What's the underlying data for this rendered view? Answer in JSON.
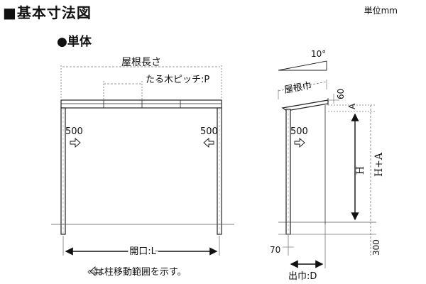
{
  "title": "■基本寸法図",
  "unit_label": "単位mm",
  "subtitle": "●単体",
  "labels": {
    "roof_length": "屋根長さ",
    "rafter_pitch": "たる木ピッチ:P",
    "opening": "開口:L",
    "move_range_left": "500",
    "move_range_right": "500",
    "move_range_side": "500",
    "note": "⇦は柱移動範囲を示す。",
    "angle": "10°",
    "roof_width": "屋根巾",
    "dim_60": "60",
    "dim_a": "A",
    "dim_h": "H",
    "dim_ha": "H+A",
    "dim_70": "70",
    "dim_300": "300",
    "depth": "出巾:D"
  },
  "colors": {
    "line": "#222222",
    "arrow": "#111111",
    "thin": "#777777"
  }
}
